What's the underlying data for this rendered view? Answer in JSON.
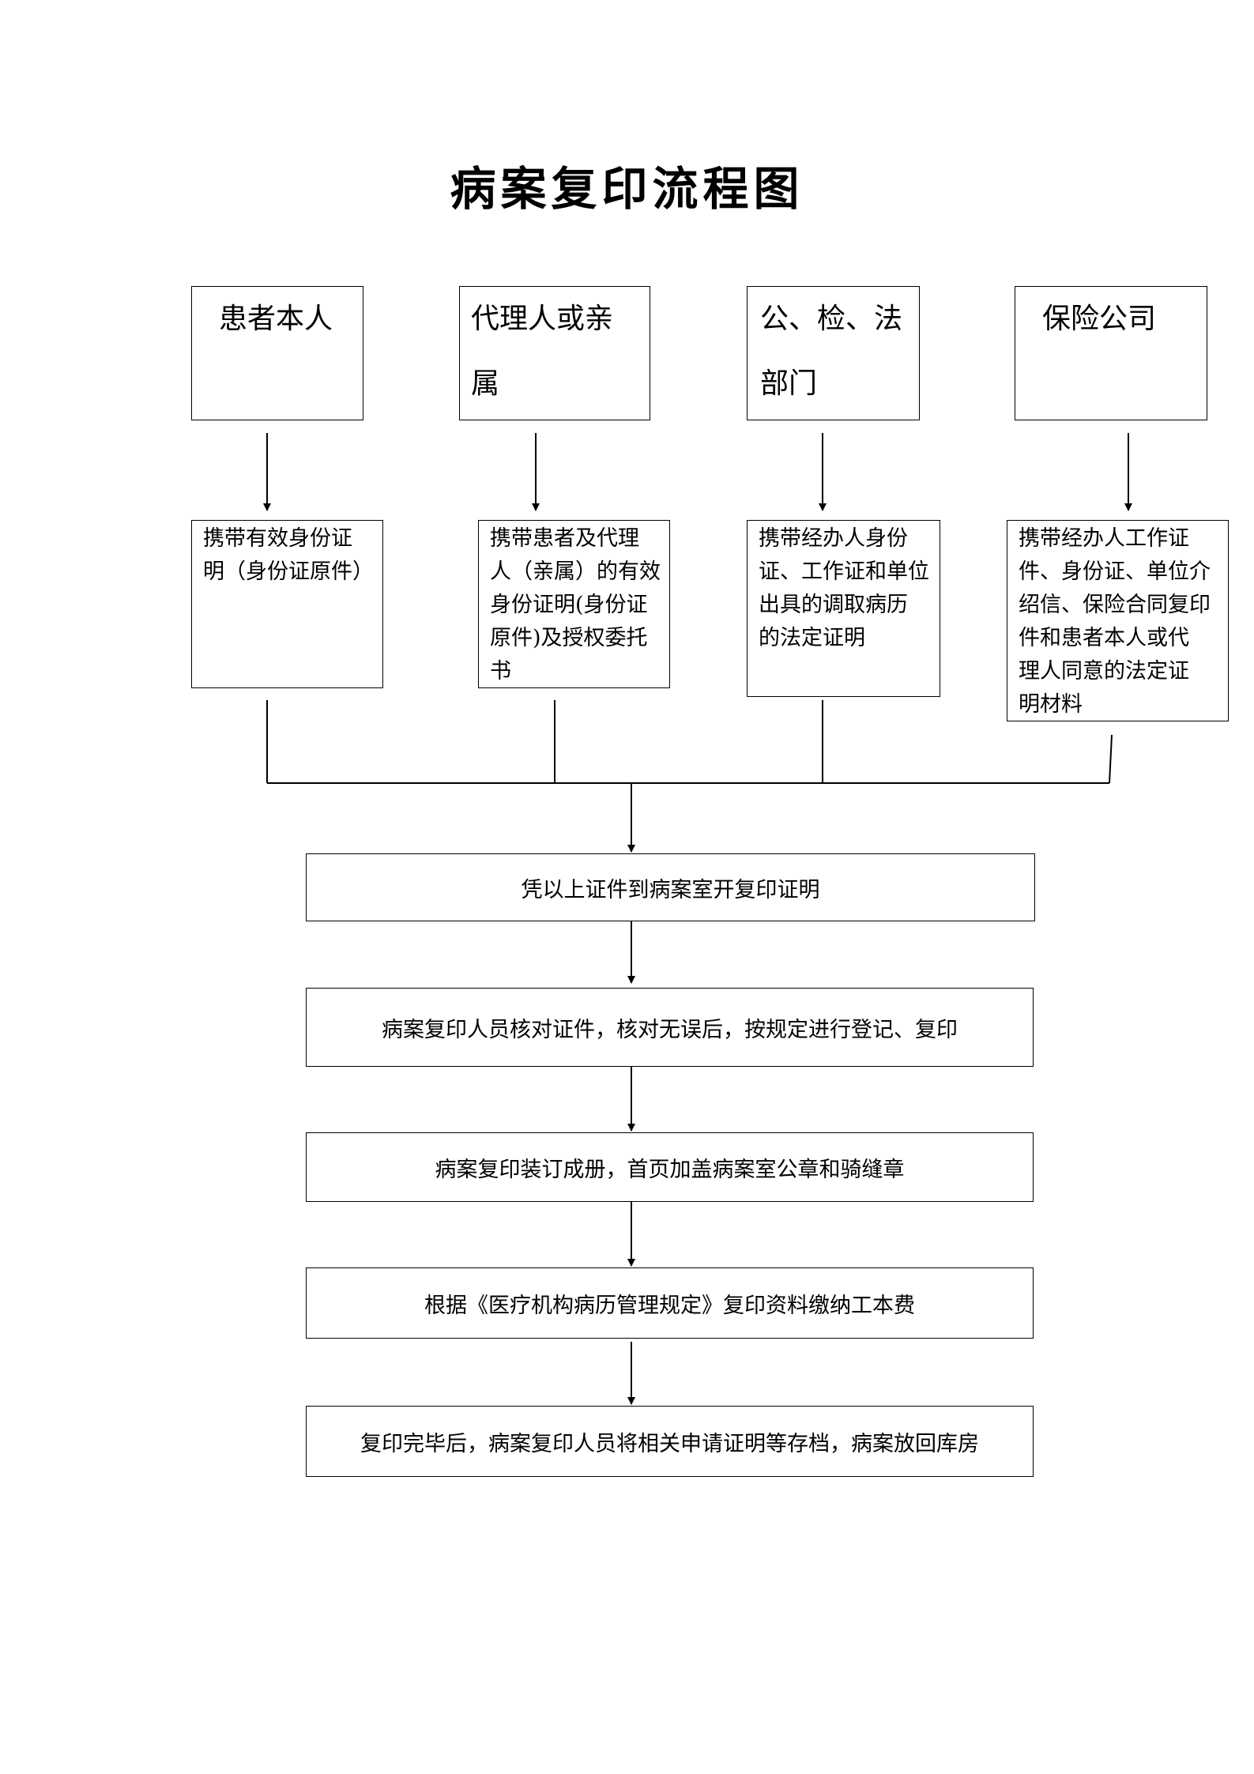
{
  "title": "病案复印流程图",
  "applicants": [
    {
      "label_lines": [
        "患者本人"
      ]
    },
    {
      "label_lines": [
        "代理人或亲",
        "属"
      ]
    },
    {
      "label_lines": [
        "公、检、法",
        "部门"
      ]
    },
    {
      "label_lines": [
        "保险公司"
      ]
    }
  ],
  "documents": [
    {
      "lines": [
        "携带有效身份证",
        "明（身份证原件）"
      ]
    },
    {
      "lines": [
        "携带患者及代理",
        "人（亲属）的有效",
        "身份证明(身份证",
        "原件)及授权委托",
        "书"
      ]
    },
    {
      "lines": [
        "携带经办人身份",
        "证、工作证和单位",
        "出具的调取病历",
        "的法定证明"
      ]
    },
    {
      "lines": [
        "携带经办人工作证",
        "件、身份证、单位介",
        "绍信、保险合同复印",
        "件和患者本人或代",
        "理人同意的法定证",
        "明材料"
      ]
    }
  ],
  "steps": [
    {
      "text": "凭以上证件到病案室开复印证明"
    },
    {
      "text": "病案复印人员核对证件，核对无误后，按规定进行登记、复印"
    },
    {
      "text": "病案复印装订成册，首页加盖病案室公章和骑缝章"
    },
    {
      "text": "根据《医疗机构病历管理规定》复印资料缴纳工本费"
    },
    {
      "text": "复印完毕后，病案复印人员将相关申请证明等存档，病案放回库房"
    }
  ]
}
